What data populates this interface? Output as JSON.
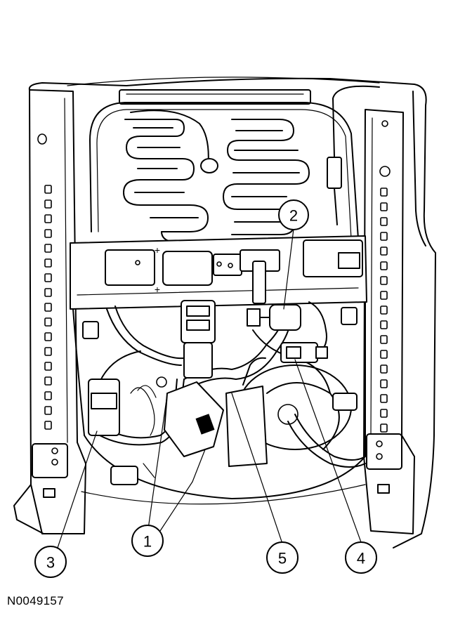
{
  "figure": {
    "id_label": "N0049157"
  },
  "callouts": [
    {
      "label": "1"
    },
    {
      "label": "2"
    },
    {
      "label": "3"
    },
    {
      "label": "4"
    },
    {
      "label": "5"
    }
  ]
}
